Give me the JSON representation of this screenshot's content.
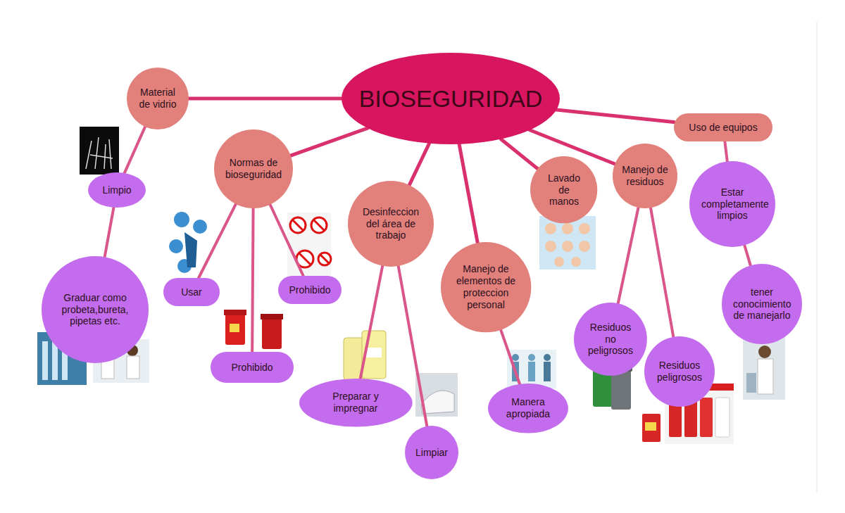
{
  "diagram": {
    "nodes": [
      {
        "text": [
          "BIOSEGURIDAD"
        ]
      },
      {
        "text": [
          "Material de vidrio"
        ]
      },
      {
        "text": [
          "Limpio"
        ]
      },
      {
        "text": [
          "Graduar como probeta,bureta, pipetas etc."
        ]
      },
      {
        "text": [
          "Normas de bioseguridad"
        ]
      },
      {
        "text": [
          "Usar"
        ]
      },
      {
        "text": [
          "Prohibido"
        ]
      },
      {
        "text": [
          "Prohibido"
        ]
      },
      {
        "text": [
          "Desinfeccion del área de trabajo"
        ]
      },
      {
        "text": [
          "Preparar y impregnar"
        ]
      },
      {
        "text": [
          "Limpiar"
        ]
      },
      {
        "text": [
          "Manejo de elementos de proteccion personal"
        ]
      },
      {
        "text": [
          "Manera apropiada"
        ]
      },
      {
        "text": [
          "Lavado de manos"
        ]
      },
      {
        "text": [
          "Manejo de residuos"
        ]
      },
      {
        "text": [
          "Residuos no peligrosos"
        ]
      },
      {
        "text": [
          "Residuos peligrosos"
        ]
      },
      {
        "text": [
          "Uso de equipos"
        ]
      },
      {
        "text": [
          "Estar completamente limpios"
        ]
      },
      {
        "text": [
          "tener conocimiento de manejarlo"
        ]
      }
    ],
    "edges": [
      {
        "from": 0,
        "to": 1,
        "arrow": "none"
      },
      {
        "from": 1,
        "to": 2,
        "arrow": "none"
      },
      {
        "from": 2,
        "to": 3,
        "arrow": "none"
      },
      {
        "from": 0,
        "to": 4,
        "arrow": "none"
      },
      {
        "from": 4,
        "to": 5,
        "arrow": "none"
      },
      {
        "from": 4,
        "to": 6,
        "arrow": "none"
      },
      {
        "from": 4,
        "to": 7,
        "arrow": "none"
      },
      {
        "from": 0,
        "to": 8,
        "arrow": "none"
      },
      {
        "from": 8,
        "to": 9,
        "arrow": "none"
      },
      {
        "from": 8,
        "to": 10,
        "arrow": "none"
      },
      {
        "from": 0,
        "to": 11,
        "arrow": "none"
      },
      {
        "from": 11,
        "to": 12,
        "arrow": "none"
      },
      {
        "from": 0,
        "to": 13,
        "arrow": "none"
      },
      {
        "from": 0,
        "to": 14,
        "arrow": "none"
      },
      {
        "from": 14,
        "to": 15,
        "arrow": "none"
      },
      {
        "from": 14,
        "to": 16,
        "arrow": "none"
      },
      {
        "from": 0,
        "to": 17,
        "arrow": "none"
      },
      {
        "from": 17,
        "to": 18,
        "arrow": "none"
      },
      {
        "from": 18,
        "to": 19,
        "arrow": "none"
      }
    ]
  }
}
